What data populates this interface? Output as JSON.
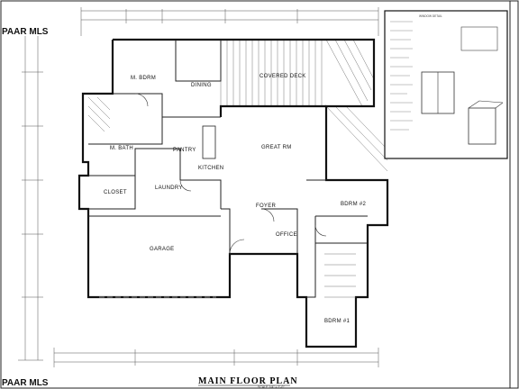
{
  "plan": {
    "title": "MAIN FLOOR PLAN",
    "scale_note": "SCALE 1/4\" = 1'-0\"",
    "rooms": {
      "master": "M. BDRM",
      "dining": "DINING",
      "covered_deck": "COVERED DECK",
      "master_bath": "M. BATH",
      "pantry": "PANTRY",
      "great_room": "GREAT RM",
      "kitchen": "KITCHEN",
      "closet": "CLOSET",
      "laundry": "LAUNDRY",
      "foyer": "FOYER",
      "bedroom_2": "BDRM #2",
      "office": "OFFICE",
      "garage": "GARAGE",
      "bedroom_1": "BDRM #1"
    }
  },
  "watermark": {
    "text": "PAAR MLS"
  },
  "detail": {
    "caption": "WINDOW DETAIL"
  }
}
